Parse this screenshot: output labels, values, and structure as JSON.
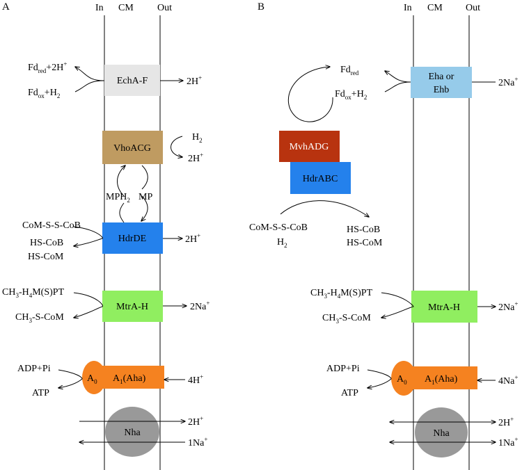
{
  "panel_a": {
    "letter": "A",
    "membrane": {
      "in": "In",
      "cm": "CM",
      "out": "Out"
    },
    "echa": {
      "name": "EchA-F",
      "color": "#e6e6e6",
      "fd_red": "Fd",
      "fd_red_sub": "red",
      "fd_red_rest": "+2H",
      "fd_red_sup": "+",
      "fd_ox": "Fd",
      "fd_ox_sub": "ox",
      "fd_ox_rest": "+H",
      "fd_ox_sub2": "2",
      "out": "2H",
      "out_sup": "+"
    },
    "vho": {
      "name": "VhoACG",
      "color": "#bf9b61",
      "h2": "H",
      "h2_sub": "2",
      "out": "2H",
      "out_sup": "+"
    },
    "mp": {
      "mph2": "MPH",
      "mph2_sub": "2",
      "mp": "MP"
    },
    "hdrde": {
      "name": "HdrDE",
      "color": "#2481ec",
      "in1": "CoM-S-S-CoB",
      "in2": "HS-CoB",
      "in3": "HS-CoM",
      "out": "2H",
      "out_sup": "+"
    },
    "mtr": {
      "name": "MtrA-H",
      "color": "#90ee60",
      "in1_a": "CH",
      "in1_s1": "3",
      "in1_b": "-H",
      "in1_s2": "4",
      "in1_c": "M(S)PT",
      "in2_a": "CH",
      "in2_s1": "3",
      "in2_b": "-S-CoM",
      "out": "2Na",
      "out_sup": "+"
    },
    "atp": {
      "a0": "A",
      "a0_sub": "0",
      "a1": "A",
      "a1_sub": "1",
      "a1_rest": "(Aha)",
      "color": "#f58220",
      "adp": "ADP+Pi",
      "atp": "ATP",
      "out": "4H",
      "out_sup": "+"
    },
    "nha": {
      "name": "Nha",
      "color": "#999999",
      "out1": "2H",
      "out1_sup": "+",
      "out2": "1Na",
      "out2_sup": "+"
    }
  },
  "panel_b": {
    "letter": "B",
    "membrane": {
      "in": "In",
      "cm": "CM",
      "out": "Out"
    },
    "eha": {
      "name_line1": "Eha or",
      "name_line2": "Ehb",
      "color": "#96cbea",
      "fd_red": "Fd",
      "fd_red_sub": "red",
      "fd_ox": "Fd",
      "fd_ox_sub": "ox",
      "fd_ox_rest": "+H",
      "fd_ox_sub2": "2",
      "out": "2Na",
      "out_sup": "+"
    },
    "mvh": {
      "name": "MvhADG",
      "color": "#b8330f"
    },
    "hdrabc": {
      "name": "HdrABC",
      "color": "#2481ec",
      "in1": "CoM-S-S-CoB",
      "in2": "H",
      "in2_sub": "2",
      "out1": "HS-CoB",
      "out2": "HS-CoM"
    },
    "mtr": {
      "name": "MtrA-H",
      "color": "#90ee60",
      "in1_a": "CH",
      "in1_s1": "3",
      "in1_b": "-H",
      "in1_s2": "4",
      "in1_c": "M(S)PT",
      "in2_a": "CH",
      "in2_s1": "3",
      "in2_b": "-S-CoM",
      "out": "2Na",
      "out_sup": "+"
    },
    "atp": {
      "a0": "A",
      "a0_sub": "0",
      "a1": "A",
      "a1_sub": "1",
      "a1_rest": "(Aha)",
      "color": "#f58220",
      "adp": "ADP+Pi",
      "atp": "ATP",
      "out": "4Na",
      "out_sup": "+"
    },
    "nha": {
      "name": "Nha",
      "color": "#999999",
      "out1": "2H",
      "out1_sup": "+",
      "out2": "1Na",
      "out2_sup": "+"
    }
  }
}
